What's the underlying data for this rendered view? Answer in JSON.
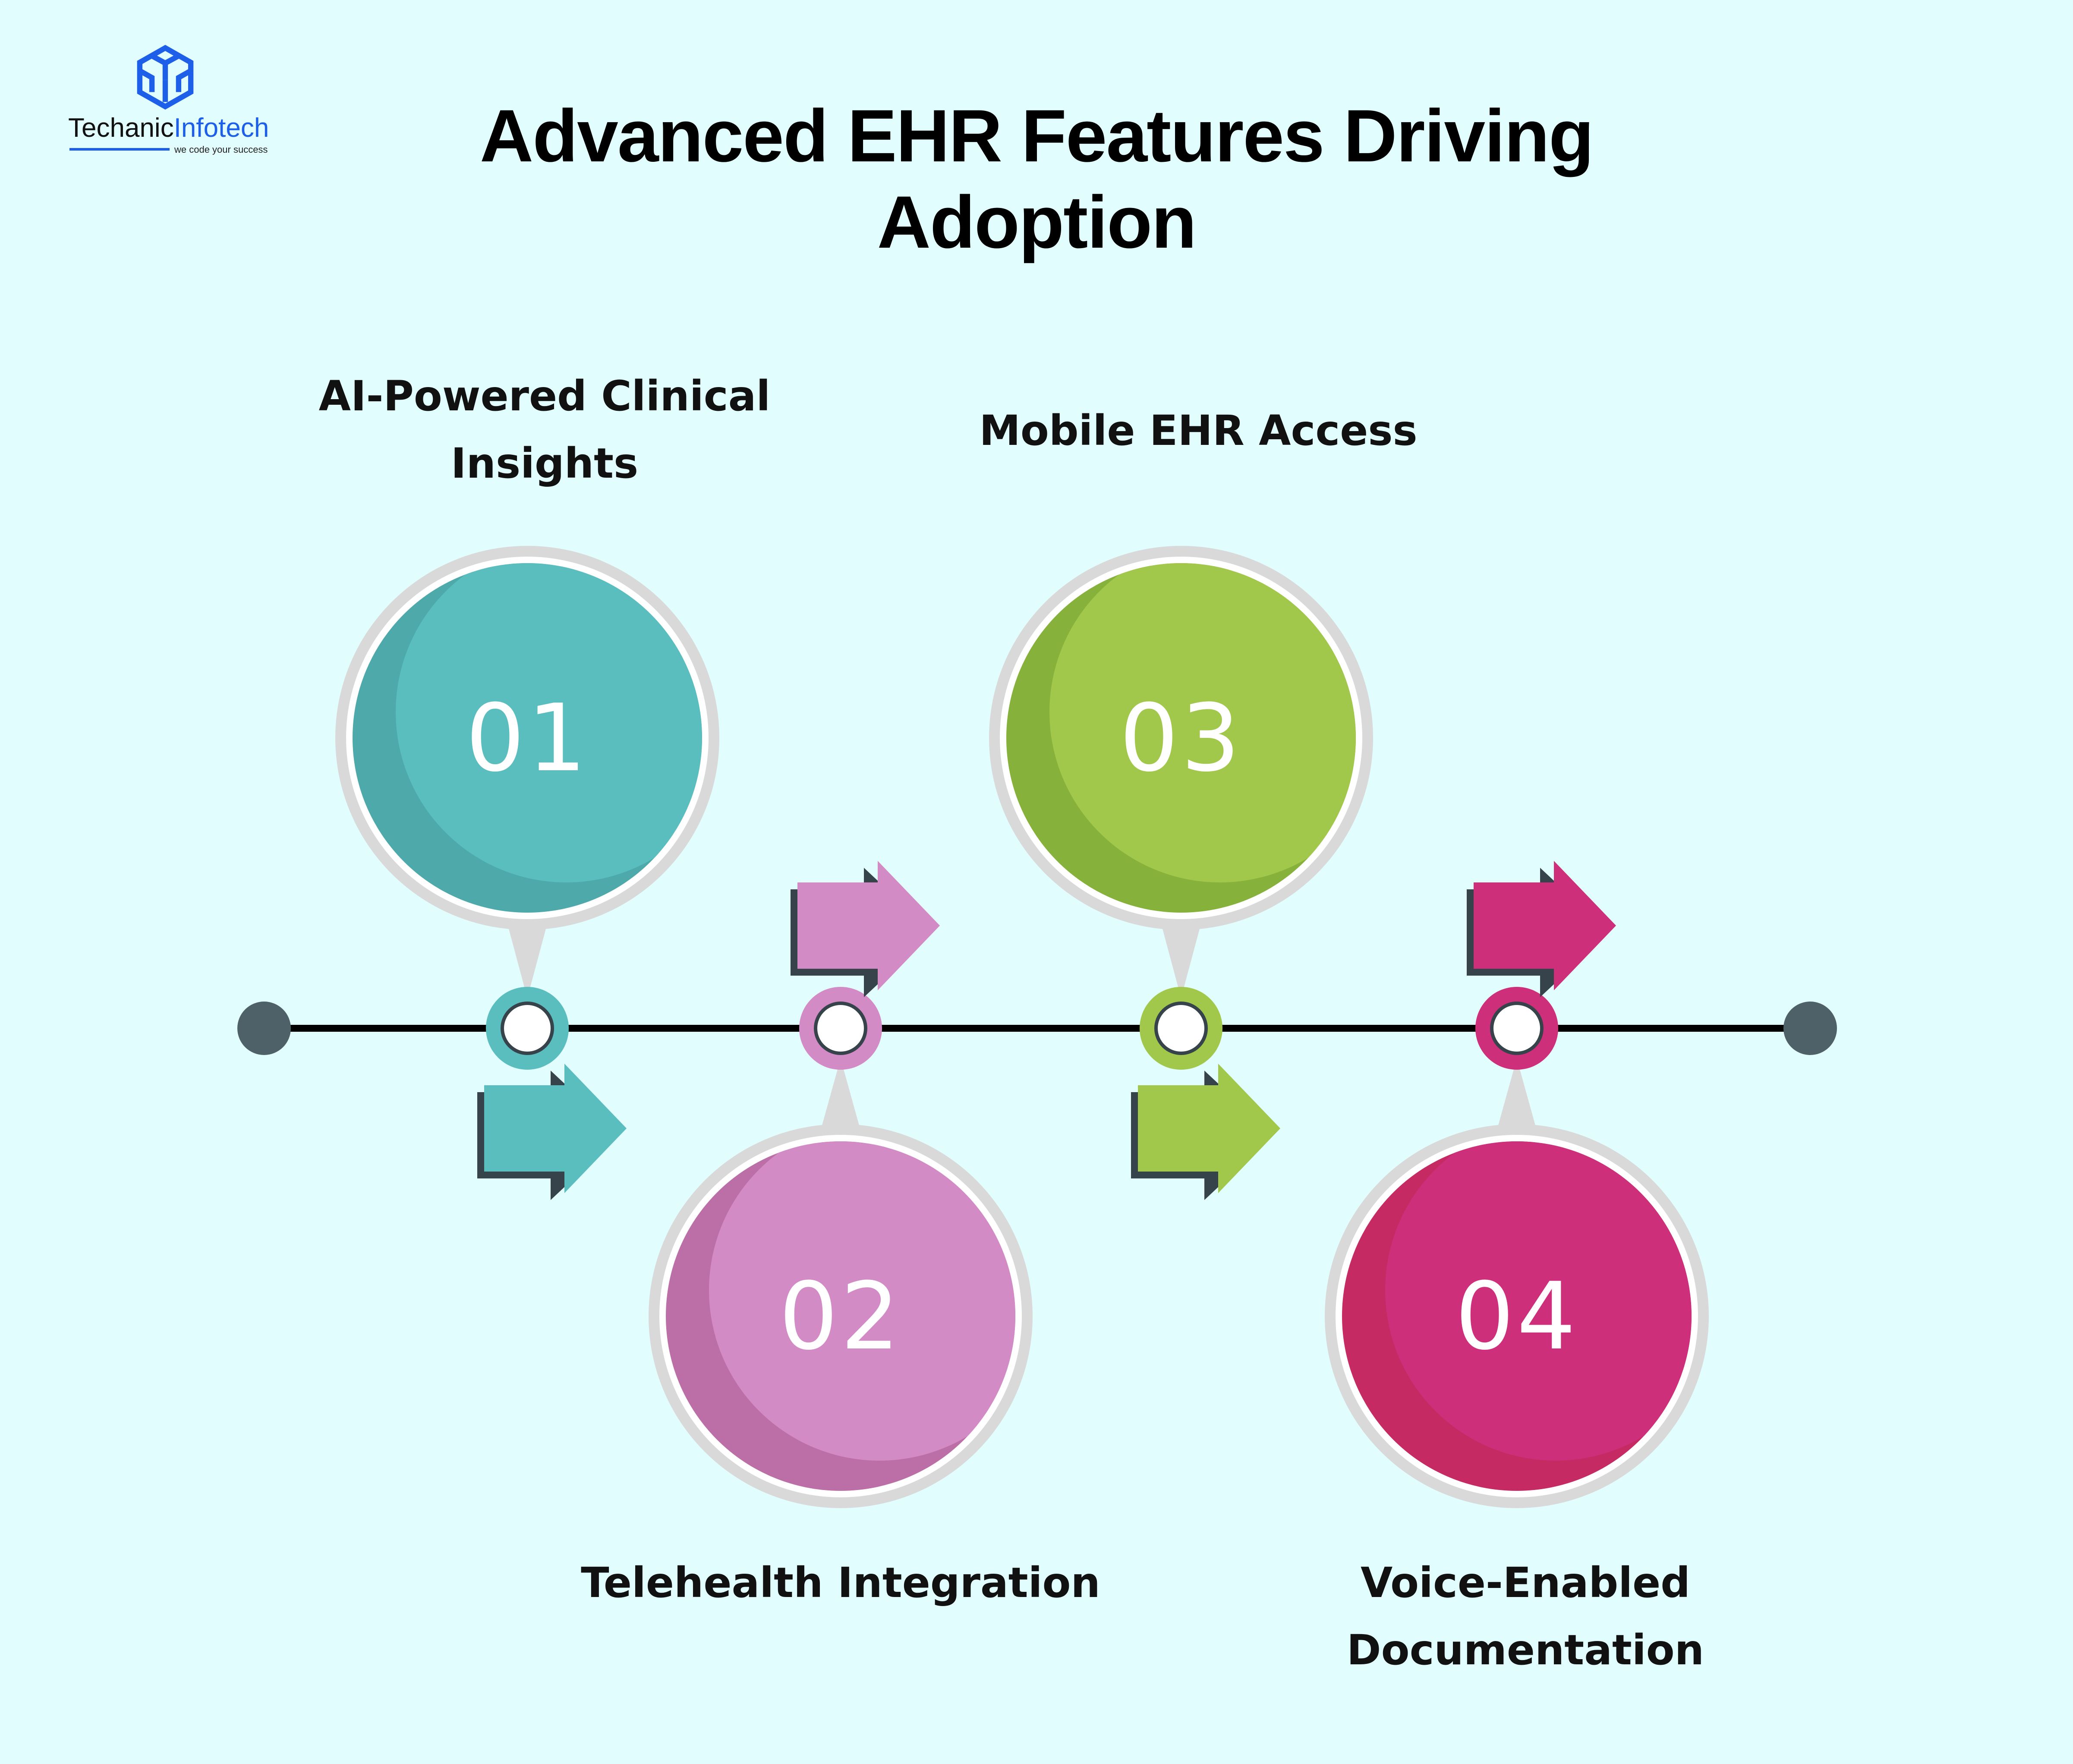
{
  "brand": {
    "name_part1": "Techanic",
    "name_part2": "Infotech",
    "tagline": "we code your success",
    "logo_icon": "cube-logo-icon",
    "color": "#1d5fe8"
  },
  "title": {
    "line1": "Advanced EHR Features Driving",
    "line2": "Adoption"
  },
  "timeline": {
    "line_color": "#000000",
    "end_dot_color": "#4f6168",
    "bubble_ring_color": "#d9d9d9",
    "arrow_shadow_color": "#36434b"
  },
  "steps": [
    {
      "number": "01",
      "label_lines": [
        "AI-Powered Clinical",
        "Insights"
      ],
      "position": "above",
      "color": "#5abebf",
      "shade": "#4ea9aa",
      "icon": "arrow-right-icon"
    },
    {
      "number": "02",
      "label_lines": [
        "Telehealth Integration"
      ],
      "position": "below",
      "color": "#d38bc6",
      "shade": "#bc6fa6",
      "icon": "arrow-right-icon"
    },
    {
      "number": "03",
      "label_lines": [
        "Mobile EHR Access"
      ],
      "position": "above",
      "color": "#a1c74b",
      "shade": "#86b13b",
      "icon": "arrow-right-icon"
    },
    {
      "number": "04",
      "label_lines": [
        "Voice-Enabled",
        "Documentation"
      ],
      "position": "below",
      "color": "#ce2f7a",
      "shade": "#c52a62",
      "icon": "arrow-right-icon"
    }
  ]
}
